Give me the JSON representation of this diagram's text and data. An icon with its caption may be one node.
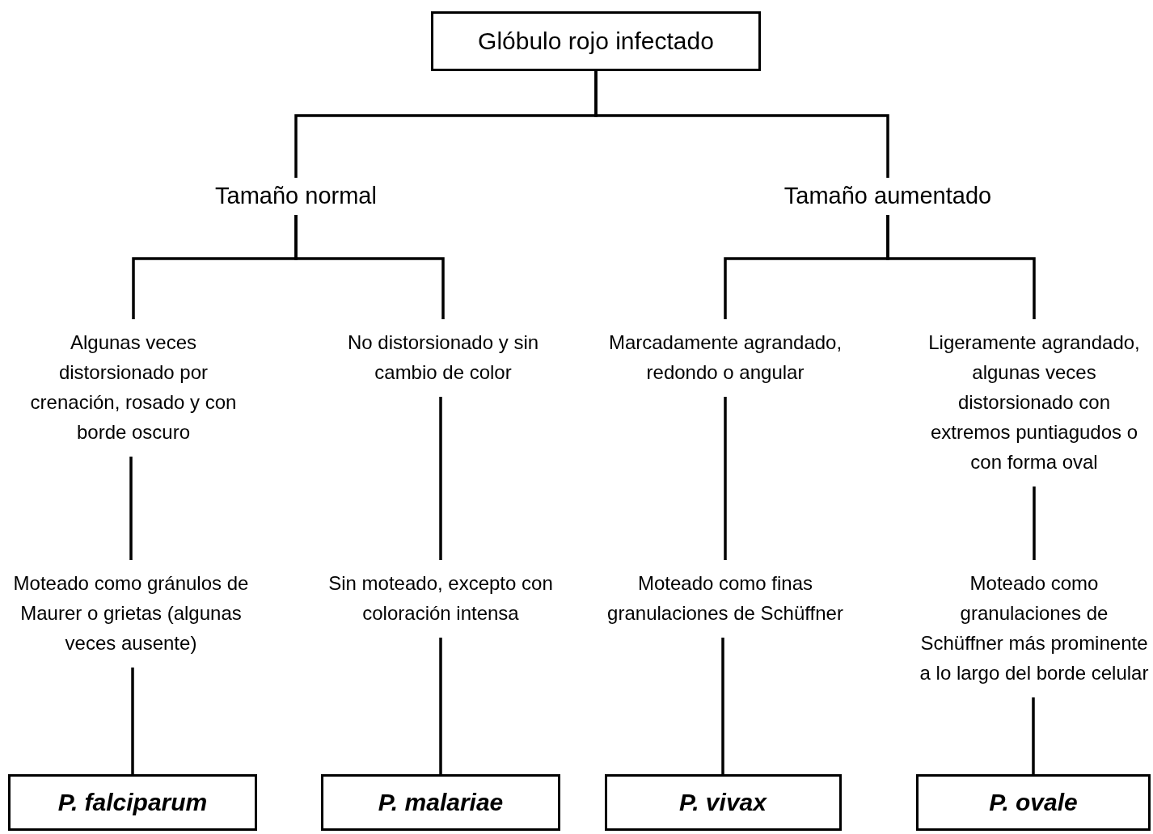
{
  "diagram": {
    "nodes": [
      {
        "text": [
          "Glóbulo rojo infectado"
        ]
      },
      {
        "text": [
          "Tamaño normal"
        ]
      },
      {
        "text": [
          "Tamaño aumentado"
        ]
      },
      {
        "text": [
          "Algunas veces distorsionado por crenación, rosado y con borde oscuro"
        ]
      },
      {
        "text": [
          "No distorsionado y sin cambio de color"
        ]
      },
      {
        "text": [
          "Marcadamente agrandado, redondo o angular"
        ]
      },
      {
        "text": [
          "Ligeramente agrandado, algunas veces distorsionado con extremos puntiagudos o con forma oval"
        ]
      },
      {
        "text": [
          "Moteado como gránulos de Maurer o grietas (algunas veces ausente)"
        ]
      },
      {
        "text": [
          "Sin moteado, excepto con coloración intensa"
        ]
      },
      {
        "text": [
          "Moteado como finas granulaciones de Schüffner"
        ]
      },
      {
        "text": [
          "Moteado como granulaciones de Schüffner más prominente a lo largo del borde celular"
        ]
      },
      {
        "text": [
          "P. falciparum"
        ]
      },
      {
        "text": [
          "P. malariae"
        ]
      },
      {
        "text": [
          "P. vivax"
        ]
      },
      {
        "text": [
          "P. ovale"
        ]
      }
    ],
    "edges": [
      {
        "from": 0,
        "to": 1,
        "arrow": "none"
      },
      {
        "from": 0,
        "to": 2,
        "arrow": "none"
      },
      {
        "from": 1,
        "to": 3,
        "arrow": "none"
      },
      {
        "from": 1,
        "to": 4,
        "arrow": "none"
      },
      {
        "from": 2,
        "to": 5,
        "arrow": "none"
      },
      {
        "from": 2,
        "to": 6,
        "arrow": "none"
      },
      {
        "from": 3,
        "to": 7,
        "arrow": "none"
      },
      {
        "from": 4,
        "to": 8,
        "arrow": "none"
      },
      {
        "from": 5,
        "to": 9,
        "arrow": "none"
      },
      {
        "from": 6,
        "to": 10,
        "arrow": "none"
      },
      {
        "from": 7,
        "to": 11,
        "arrow": "none"
      },
      {
        "from": 8,
        "to": 12,
        "arrow": "none"
      },
      {
        "from": 9,
        "to": 13,
        "arrow": "none"
      },
      {
        "from": 10,
        "to": 14,
        "arrow": "none"
      }
    ]
  }
}
